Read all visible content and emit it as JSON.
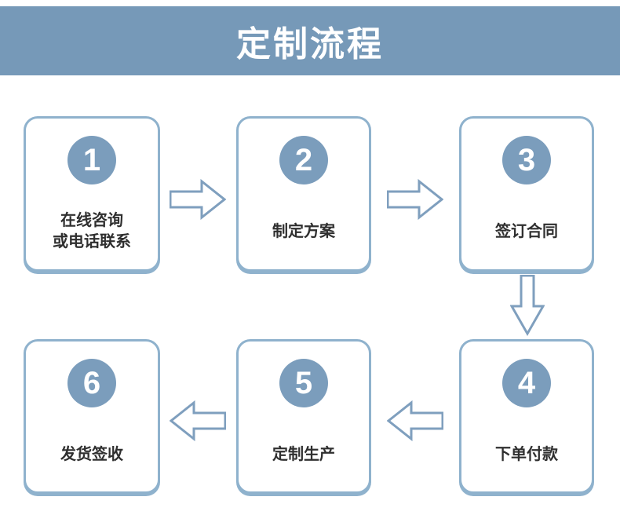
{
  "header": {
    "title": "定制流程"
  },
  "steps": [
    {
      "number": "1",
      "label": "在线咨询\n或电话联系"
    },
    {
      "number": "2",
      "label": "制定方案"
    },
    {
      "number": "3",
      "label": "签订合同"
    },
    {
      "number": "4",
      "label": "下单付款"
    },
    {
      "number": "5",
      "label": "定制生产"
    },
    {
      "number": "6",
      "label": "发货签收"
    }
  ],
  "arrows": [
    {
      "from": "1",
      "to": "2",
      "direction": "right"
    },
    {
      "from": "2",
      "to": "3",
      "direction": "right"
    },
    {
      "from": "3",
      "to": "4",
      "direction": "down"
    },
    {
      "from": "4",
      "to": "5",
      "direction": "left"
    },
    {
      "from": "5",
      "to": "6",
      "direction": "left"
    }
  ],
  "colors": {
    "header_bg": "#7699b8",
    "badge_bg": "#7b9dbc",
    "card_border": "#8fb2cd",
    "arrow_stroke": "#7f9fbe",
    "title_text": "#ffffff",
    "label_text": "#2f2f2f"
  }
}
